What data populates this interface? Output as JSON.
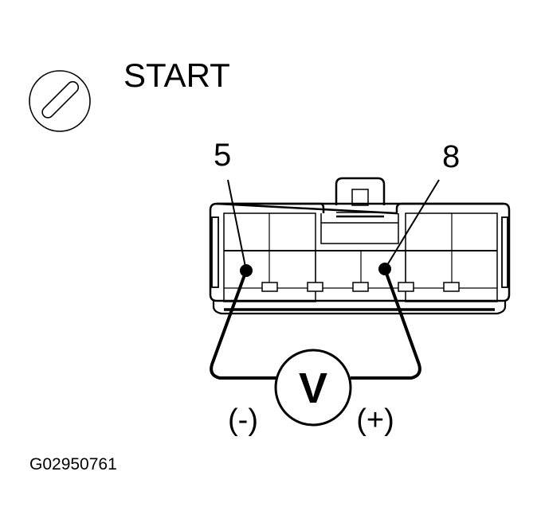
{
  "ignition": {
    "position_label": "START",
    "icon": "ignition-key-icon"
  },
  "terminals": {
    "negative_pin": "5",
    "positive_pin": "8"
  },
  "meter": {
    "symbol": "V",
    "icon": "voltmeter-icon",
    "negative_label": "(-)",
    "positive_label": "(+)"
  },
  "figure_code": "G02950761",
  "colors": {
    "line": "#000000",
    "background": "#ffffff"
  }
}
